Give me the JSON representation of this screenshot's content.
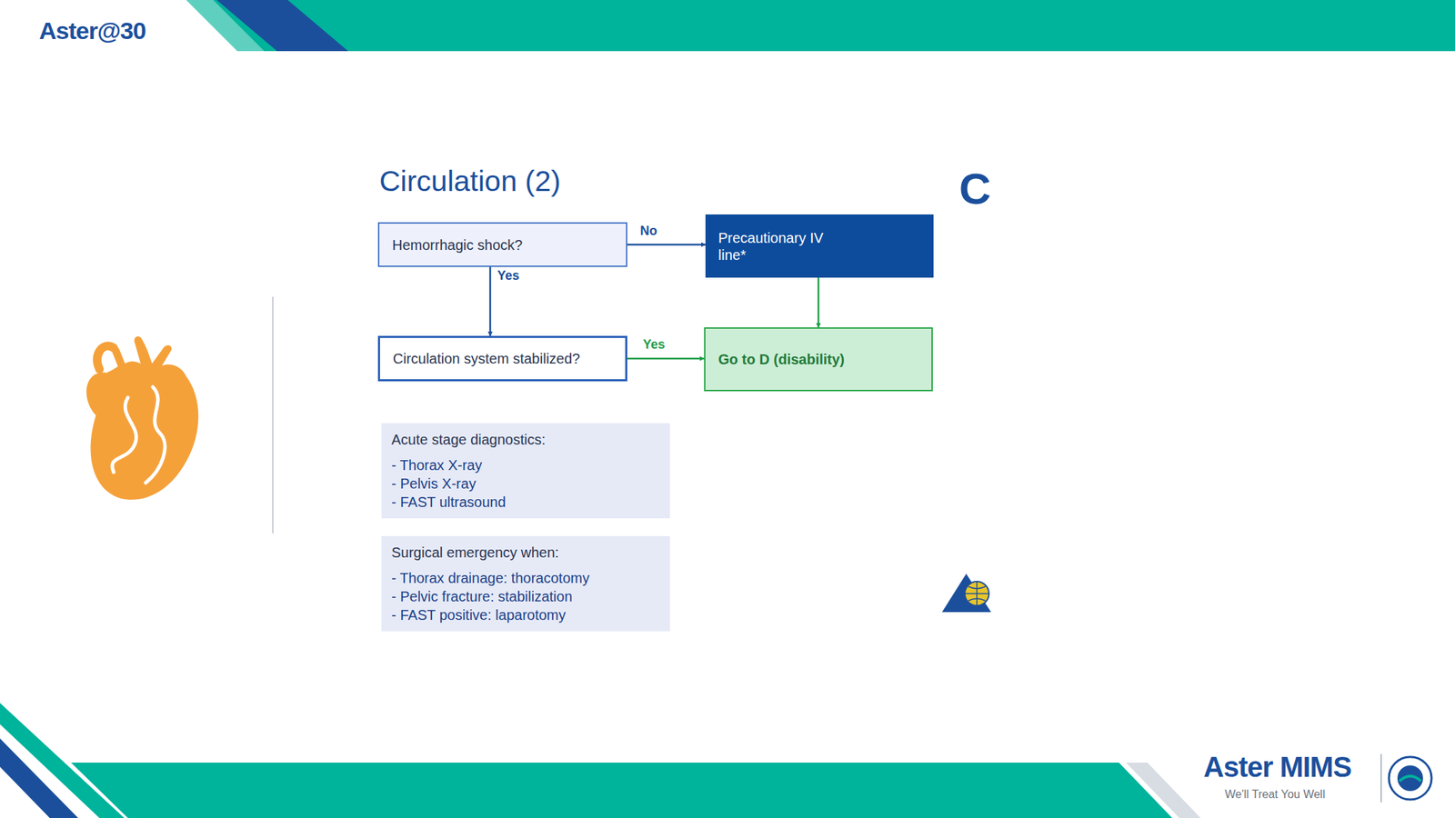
{
  "diagram": {
    "title": "Circulation (2)",
    "nodes": [
      {
        "text": [
          "Hemorrhagic shock?"
        ]
      },
      {
        "text": [
          "Precautionary IV line*"
        ]
      },
      {
        "text": [
          "Circulation system stabilized?"
        ]
      },
      {
        "text": [
          "Go to D (disability)"
        ]
      },
      {
        "text": [
          "Acute stage diagnostics:",
          "- Thorax X-ray",
          "- Pelvis X-ray",
          "- FAST ultrasound"
        ]
      },
      {
        "text": [
          "Surgical emergency when:",
          "- Thorax drainage: thoracotomy",
          "- Pelvic fracture: stabilization",
          "- FAST positive: laparotomy"
        ]
      }
    ],
    "edges": [
      {
        "from": 0,
        "to": 1,
        "label": "No",
        "arrow": "to"
      },
      {
        "from": 0,
        "to": 2,
        "label": "Yes",
        "arrow": "to"
      },
      {
        "from": 2,
        "to": 3,
        "label": "Yes",
        "arrow": "to"
      },
      {
        "from": 1,
        "to": 3,
        "arrow": "to"
      }
    ],
    "labels": [
      "Aster@30",
      "C",
      "Aster MIMS",
      "We'll Treat You Well"
    ]
  }
}
